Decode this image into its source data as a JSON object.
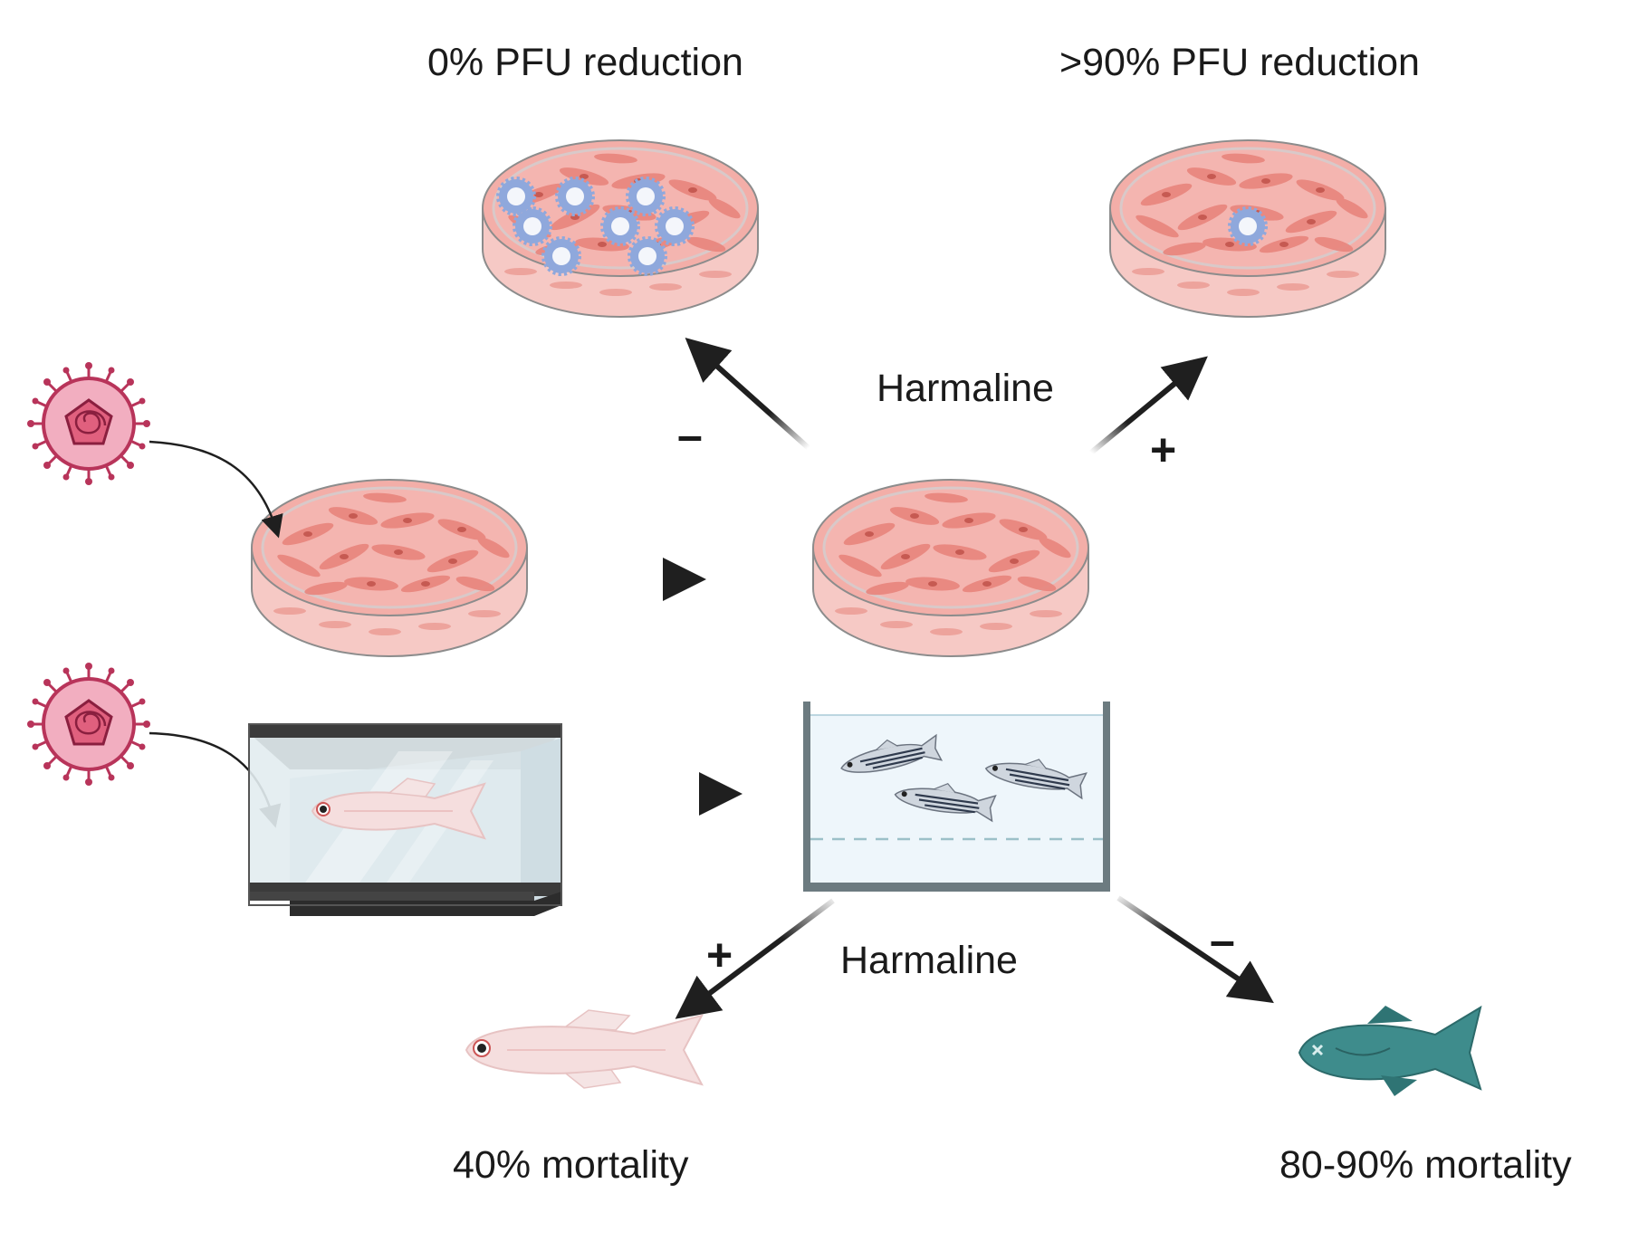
{
  "labels": {
    "top_left_result": "0% PFU reduction",
    "top_right_result": ">90% PFU reduction",
    "treatment_cells": "Harmaline",
    "treatment_fish": "Harmaline",
    "bottom_left_result": "40% mortality",
    "bottom_right_result": "80-90% mortality"
  },
  "signs": {
    "cells_without_harmaline": "–",
    "cells_with_harmaline": "+",
    "fish_with_harmaline": "+",
    "fish_without_harmaline": "–"
  },
  "icons": [
    "virus-icon",
    "petri-dish-icon",
    "aquarium-icon",
    "zebrafish-icon",
    "dead-fish-icon"
  ],
  "colors": {
    "cell_pink": "#f4b5b0",
    "cell_dark": "#e07a72",
    "virus_magenta": "#b8345a",
    "plaque_blue": "#8fa8dc",
    "dead_fish_teal": "#3e8c8c",
    "arrow": "#1f1f1f"
  }
}
